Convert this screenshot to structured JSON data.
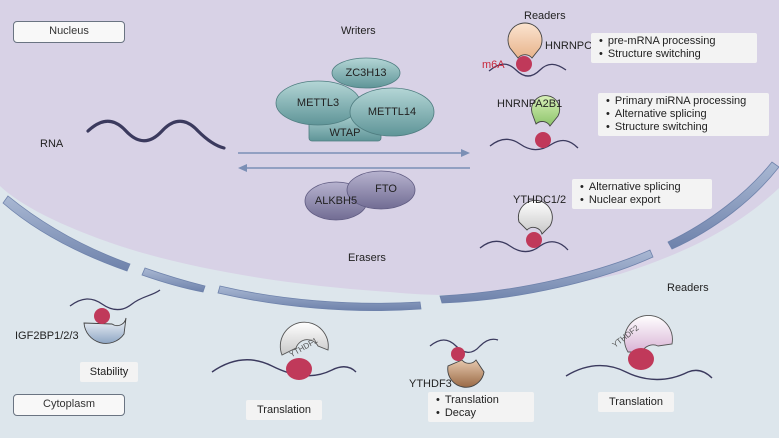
{
  "compartments": {
    "nucleus": "Nucleus",
    "cytoplasm": "Cytoplasm"
  },
  "headers": {
    "writers": "Writers",
    "erasers": "Erasers",
    "readers_nucleus": "Readers",
    "readers_cytoplasm": "Readers"
  },
  "writers": {
    "zc3h13": "ZC3H13",
    "mettl3": "METTL3",
    "mettl14": "METTL14",
    "wtap": "WTAP"
  },
  "erasers": {
    "alkbh5": "ALKBH5",
    "fto": "FTO"
  },
  "rna_label": "RNA",
  "m6a_label": "m6A",
  "nuclear_readers": [
    {
      "name": "HNRNPC",
      "functions": [
        "pre-mRNA processing",
        "Structure switching"
      ]
    },
    {
      "name": "HNRNPA2B1",
      "functions": [
        "Primary miRNA processing",
        "Alternative splicing",
        "Structure switching"
      ]
    },
    {
      "name": "YTHDC1/2",
      "functions": [
        "Alternative splicing",
        "Nuclear export"
      ]
    }
  ],
  "cytoplasmic_readers": {
    "igf2bp": {
      "name": "IGF2BP1/2/3",
      "function": "Stability"
    },
    "ythdf1": {
      "name": "YTHDF1",
      "function": "Translation"
    },
    "ythdf3": {
      "name": "YTHDF3",
      "functions": [
        "Translation",
        "Decay"
      ]
    },
    "ythdf2": {
      "name": "YTHDF2",
      "function": "Translation"
    }
  },
  "colors": {
    "nucleus_fill": "#d8d2e6",
    "cytoplasm_fill": "#dde6ec",
    "membrane": "#7b8fb5",
    "writer_teal": "#7fb0b3",
    "eraser_violet": "#8d88ad",
    "rna_strand": "#3b3a5e",
    "m6a_dot": "#c0395a"
  }
}
